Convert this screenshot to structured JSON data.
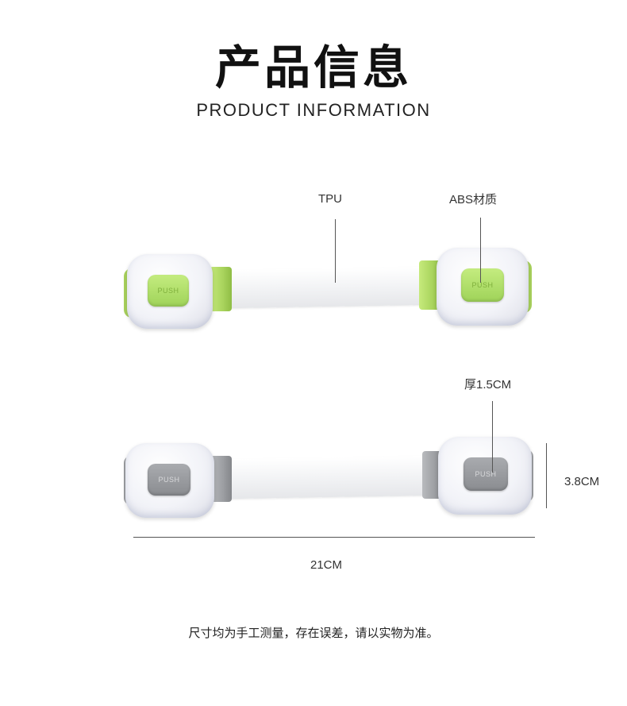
{
  "header": {
    "title_cn": "产品信息",
    "title_en": "PRODUCT INFORMATION"
  },
  "annotations": {
    "material_strap": "TPU",
    "material_cap": "ABS材质",
    "thickness": "厚1.5CM",
    "height": "3.8CM",
    "length": "21CM"
  },
  "product": {
    "button_label": "PUSH",
    "top_variant_color": "#a8d15c",
    "bottom_variant_color": "#9c9ea2"
  },
  "footnote": "尺寸均为手工测量，存在误差，请以实物为准。"
}
